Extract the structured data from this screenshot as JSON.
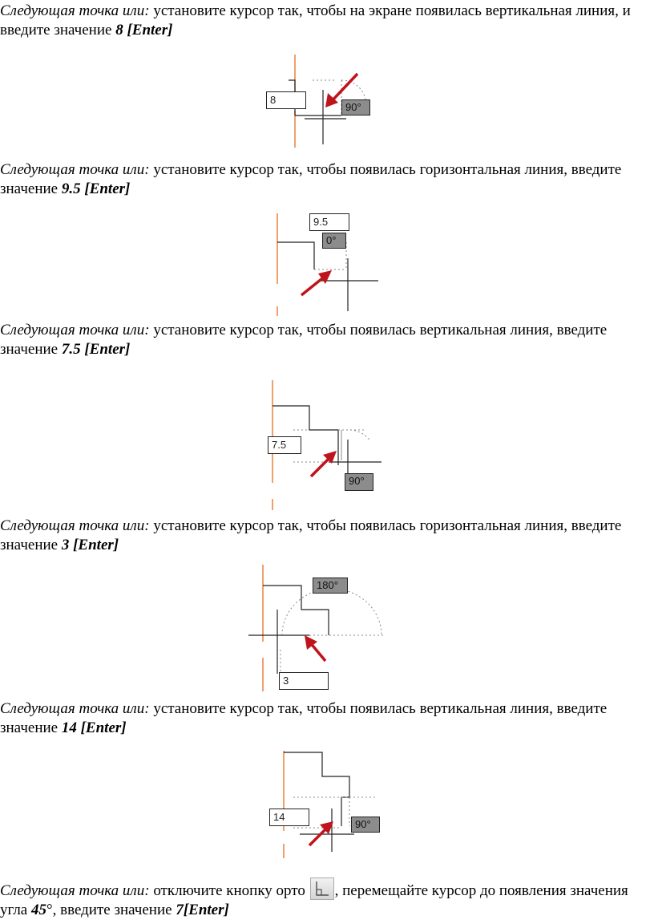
{
  "steps": [
    {
      "prompt": "Следующая точка или:",
      "text_before": " установите курсор так, чтобы на экране появилась вертикальная линия, и введите значение ",
      "value": "8",
      "enter": " [Enter]",
      "input": "8",
      "angle": "90°"
    },
    {
      "prompt": "Следующая точка или:",
      "text_before": " установите курсор так, чтобы появилась горизонтальная линия, введите значение ",
      "value": "9.5",
      "enter": " [Enter]",
      "input": "9.5",
      "angle": "0°"
    },
    {
      "prompt": "Следующая точка или:",
      "text_before": " установите курсор так, чтобы появилась вертикальная линия, введите значение ",
      "value": "7.5",
      "enter": " [Enter]",
      "input": "7.5",
      "angle": "90°"
    },
    {
      "prompt": "Следующая точка или:",
      "text_before": " установите курсор так, чтобы появилась горизонтальная линия, введите значение ",
      "value": "3",
      "enter": " [Enter]",
      "input": "3",
      "angle": "180°"
    },
    {
      "prompt": "Следующая точка или:",
      "text_before": " установите курсор так, чтобы появилась вертикальная линия, введите значение ",
      "value": "14",
      "enter": " [Enter]",
      "input": "14",
      "angle": "90°"
    }
  ],
  "last": {
    "prompt": "Следующая точка или:",
    "text_before": " отключите кнопку орто ",
    "text_middle": ", перемещайте курсор до появления значения угла ",
    "angle_value": "45",
    "degree": "°",
    "text_after": ", введите значение ",
    "value": "7",
    "enter": "[Enter]",
    "ortho_icon": "ortho-mode-icon"
  },
  "colors": {
    "track_line": "#e8823a",
    "arrow": "#c0141c",
    "angle_box": "#8c8c8c"
  }
}
